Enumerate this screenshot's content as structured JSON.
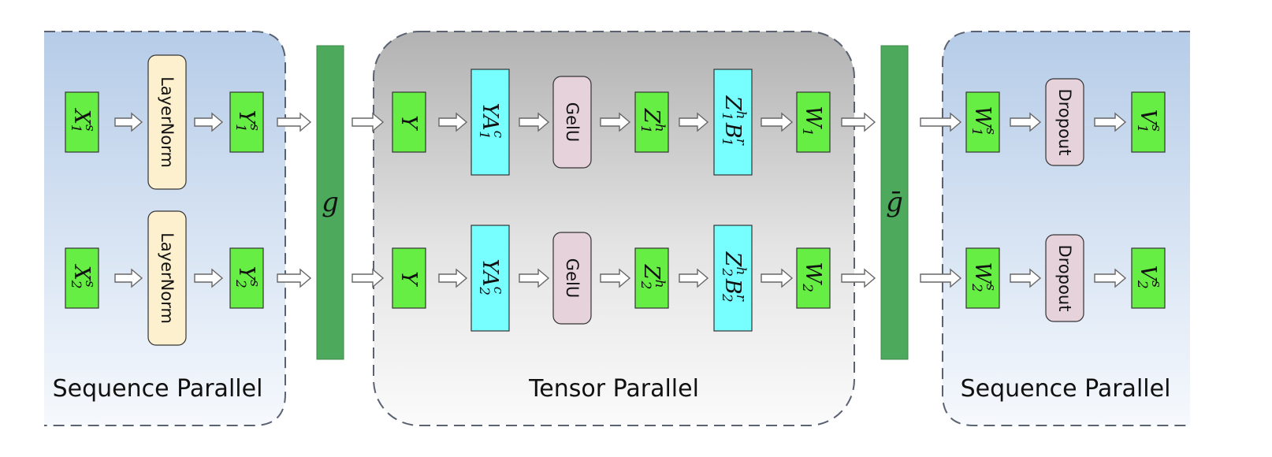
{
  "regions": {
    "left": {
      "label": "Sequence Parallel"
    },
    "center": {
      "label": "Tensor Parallel"
    },
    "right": {
      "label": "Sequence Parallel"
    }
  },
  "operators": {
    "g": "g",
    "g_bar": "ḡ"
  },
  "rows": [
    {
      "in": {
        "base": "X",
        "sub": "1",
        "sup": "s"
      },
      "norm": "LayerNorm",
      "y_s": {
        "base": "Y",
        "sub": "1",
        "sup": "s"
      },
      "y": {
        "base": "Y",
        "sub": "",
        "sup": ""
      },
      "ya": {
        "base": "YA",
        "sub": "1",
        "sup": "c"
      },
      "act": "GelU",
      "z": {
        "base": "Z",
        "sub": "1",
        "sup": "h"
      },
      "zb": {
        "base": "Z",
        "sub": "1",
        "sup": "h",
        "base2": "B",
        "sub2": "1",
        "sup2": "r"
      },
      "w": {
        "base": "W",
        "sub": "1",
        "sup": ""
      },
      "w_s": {
        "base": "W",
        "sub": "1",
        "sup": "s"
      },
      "drop": "Dropout",
      "v": {
        "base": "V",
        "sub": "1",
        "sup": "s"
      }
    },
    {
      "in": {
        "base": "X",
        "sub": "2",
        "sup": "s"
      },
      "norm": "LayerNorm",
      "y_s": {
        "base": "Y",
        "sub": "2",
        "sup": "s"
      },
      "y": {
        "base": "Y",
        "sub": "",
        "sup": ""
      },
      "ya": {
        "base": "YA",
        "sub": "2",
        "sup": "c"
      },
      "act": "GelU",
      "z": {
        "base": "Z",
        "sub": "2",
        "sup": "h"
      },
      "zb": {
        "base": "Z",
        "sub": "2",
        "sup": "h",
        "base2": "B",
        "sub2": "2",
        "sup2": "r"
      },
      "w": {
        "base": "W",
        "sub": "2",
        "sup": ""
      },
      "w_s": {
        "base": "W",
        "sub": "2",
        "sup": "s"
      },
      "drop": "Dropout",
      "v": {
        "base": "V",
        "sub": "2",
        "sup": "s"
      }
    }
  ],
  "colors": {
    "tensor_green": "#66ee44",
    "bar_green": "#4daa5c",
    "cyan": "#77ffff",
    "layernorm_fill": "#fdf0cf",
    "gelu_fill": "#e6d2da",
    "dashed_border": "#5a6272",
    "seq_bg_top": "#b6cce8",
    "seq_bg_bottom": "#f6f9fd",
    "tensor_bg_top": "#b2b2b2",
    "tensor_bg_bottom": "#fbfbfb"
  }
}
